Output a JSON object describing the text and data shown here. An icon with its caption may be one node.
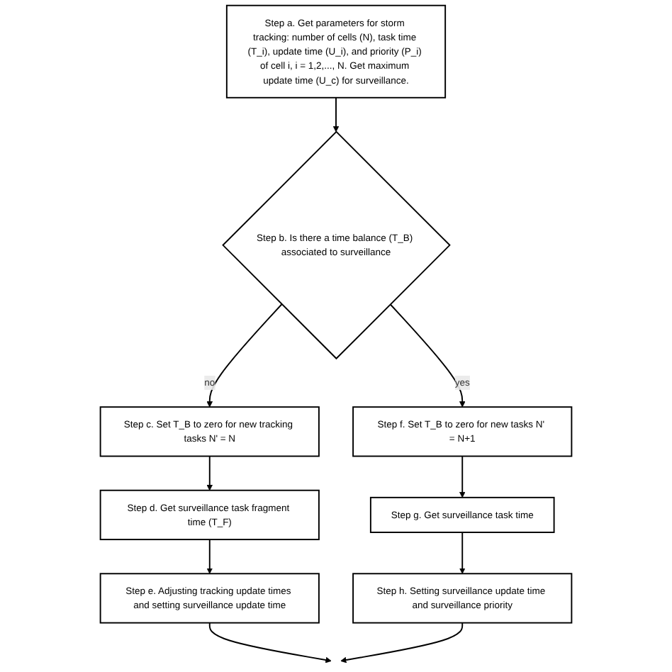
{
  "diagram": {
    "nodes": [
      {
        "text": [
          "Step a. Get parameters for storm tracking: number of cells (N), task time (T_i), update time (U_i), and priority (P_i) of cell i, i = 1,2,..., N. Get maximum update time (U_c) for surveillance."
        ]
      },
      {
        "text": [
          "Step b. Is there a time balance (T_B) associated to surveillance"
        ]
      },
      {
        "text": [
          "Step c. Set T_B to zero for new tracking tasks N' = N"
        ]
      },
      {
        "text": [
          "Step d. Get surveillance task fragment time (T_F)"
        ]
      },
      {
        "text": [
          "Step e. Adjusting tracking update times and setting surveillance update time"
        ]
      },
      {
        "text": [
          "Step f. Set T_B to zero for new tasks N' = N+1"
        ]
      },
      {
        "text": [
          "Step g. Get surveillance task time"
        ]
      },
      {
        "text": [
          "Step h. Setting surveillance update time and surveillance priority"
        ]
      }
    ],
    "edges": [
      {
        "from": 0,
        "to": 1,
        "arrow": "to"
      },
      {
        "from": 1,
        "to": 2,
        "label": "no",
        "arrow": "to"
      },
      {
        "from": 1,
        "to": 5,
        "label": "yes",
        "arrow": "to"
      },
      {
        "from": 2,
        "to": 3,
        "arrow": "to"
      },
      {
        "from": 3,
        "to": 4,
        "arrow": "to"
      },
      {
        "from": 5,
        "to": 6,
        "arrow": "to"
      },
      {
        "from": 6,
        "to": 7,
        "arrow": "to"
      },
      {
        "from": 4,
        "to": null,
        "arrow": "to"
      },
      {
        "from": 7,
        "to": null,
        "arrow": "to"
      }
    ]
  }
}
